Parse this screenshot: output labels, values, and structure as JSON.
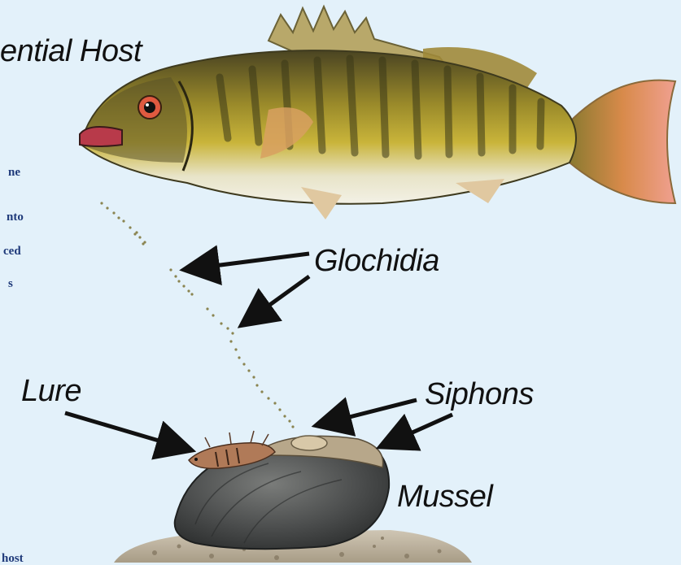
{
  "labels": {
    "host": "ential Host",
    "glochidia": "Glochidia",
    "lure": "Lure",
    "siphons": "Siphons",
    "mussel": "Mussel"
  },
  "side_text": {
    "l1": "ne",
    "l2": "nto",
    "l3": "ced",
    "l4": "s",
    "l5": "host"
  },
  "colors": {
    "background": "#e3f1fa",
    "side_text": "#1f3a7a",
    "arrow": "#111111"
  },
  "icons": [
    "smallmouth-bass-icon",
    "mussel-shell-icon",
    "gravel-bed-icon",
    "lure-icon"
  ]
}
